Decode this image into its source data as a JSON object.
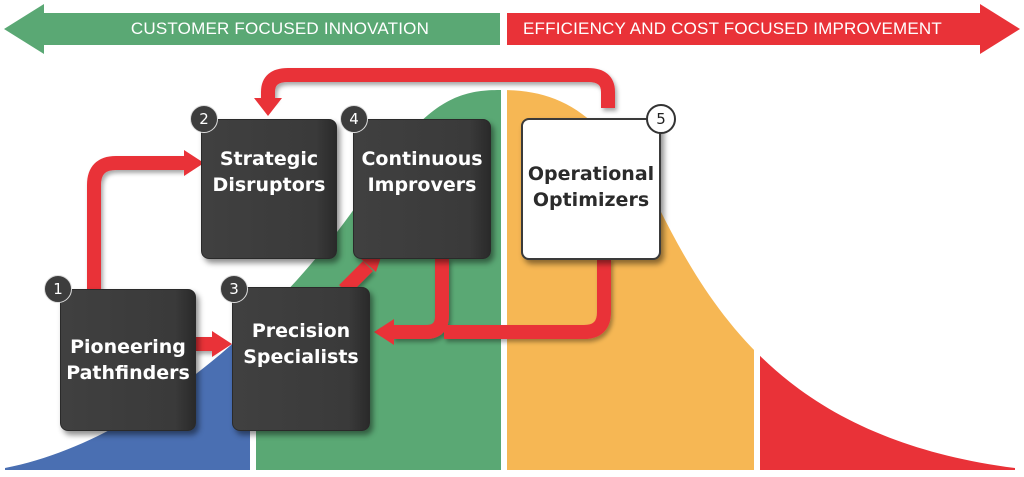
{
  "banners": {
    "left_label": "CUSTOMER FOCUSED INNOVATION",
    "right_label": "EFFICIENCY AND COST FOCUSED IMPROVEMENT"
  },
  "segments": [
    {
      "name": "segment-1",
      "color": "#4a6fb2"
    },
    {
      "name": "segment-2",
      "color": "#5aa874"
    },
    {
      "name": "segment-3",
      "color": "#f6b754"
    },
    {
      "name": "segment-4",
      "color": "#e93238"
    }
  ],
  "colors": {
    "left_arrow": "#5aa874",
    "right_arrow": "#e93238",
    "flow_arrow": "#e93238",
    "box_dark": "#3d3d3d",
    "box_light": "#ffffff"
  },
  "nodes": [
    {
      "number": "1",
      "label_line1": "Pioneering",
      "label_line2": "Pathfinders"
    },
    {
      "number": "2",
      "label_line1": "Strategic",
      "label_line2": "Disruptors"
    },
    {
      "number": "3",
      "label_line1": "Precision",
      "label_line2": "Specialists"
    },
    {
      "number": "4",
      "label_line1": "Continuous",
      "label_line2": "Improvers"
    },
    {
      "number": "5",
      "label_line1": "Operational",
      "label_line2": "Optimizers"
    }
  ]
}
